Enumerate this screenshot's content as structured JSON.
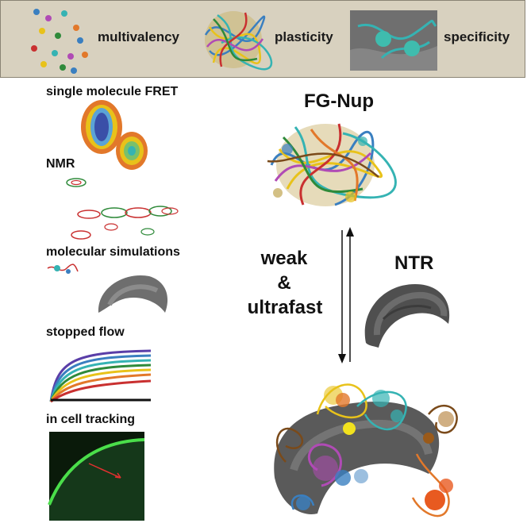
{
  "banner": {
    "properties": [
      "multivalency",
      "plasticity",
      "specificity"
    ]
  },
  "methods": [
    "single molecule FRET",
    "NMR",
    "molecular simulations",
    "stopped flow",
    "in cell tracking"
  ],
  "right": {
    "fg_nup": "FG-Nup",
    "ntr": "NTR",
    "interaction": [
      "weak",
      "&",
      "ultrafast"
    ]
  },
  "colors": {
    "banner_bg": "#d8d1bf",
    "protein_gray": "#6e6e6e",
    "chain_colors": [
      "#3a7fc0",
      "#e8c21a",
      "#35b3b3",
      "#e2782a",
      "#b04bb5",
      "#2f8a3a",
      "#c93030",
      "#7a4a1a"
    ]
  }
}
